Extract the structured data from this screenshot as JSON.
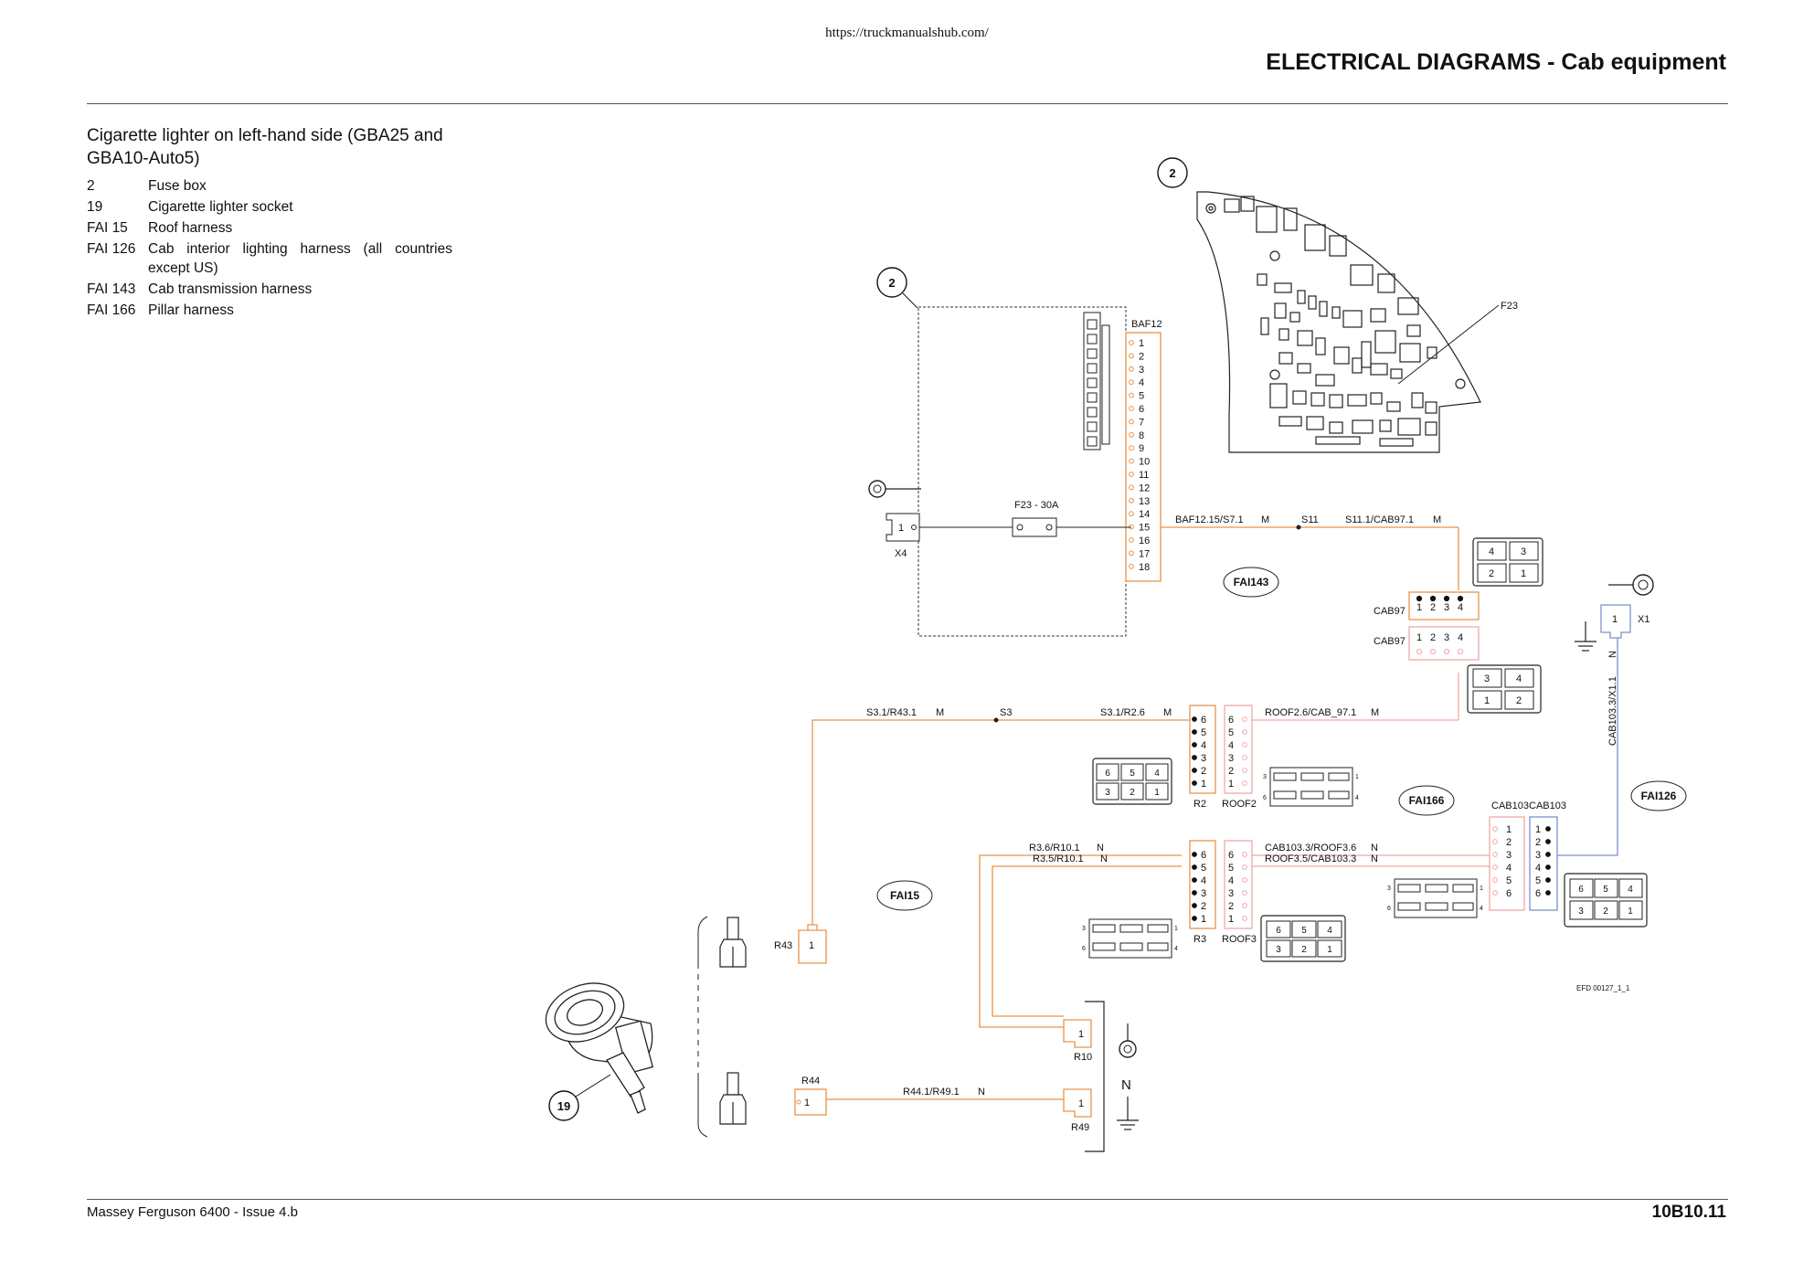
{
  "header": {
    "url": "https://truckmanualshub.com/",
    "title": "ELECTRICAL DIAGRAMS - Cab equipment"
  },
  "section": {
    "title": "Cigarette lighter on left-hand side (GBA25 and GBA10-Auto5)"
  },
  "legend": [
    {
      "code": "2",
      "desc": "Fuse box"
    },
    {
      "code": "19",
      "desc": "Cigarette lighter socket"
    },
    {
      "code": "FAI 15",
      "desc": "Roof harness"
    },
    {
      "code": "FAI 126",
      "desc": "Cab interior lighting harness (all countries except US)"
    },
    {
      "code": "FAI 143",
      "desc": "Cab transmission harness"
    },
    {
      "code": "FAI 166",
      "desc": "Pillar harness"
    }
  ],
  "diagram": {
    "callouts": {
      "fuse_box": "2",
      "lighter": "19"
    },
    "harness_tags": {
      "fai143": "FAI143",
      "fai166": "FAI166",
      "fai15": "FAI15",
      "fai126": "FAI126"
    },
    "connectors": {
      "baf12": "BAF12",
      "x4": "X4",
      "x1": "X1",
      "cab97_top": "CAB97",
      "cab97_bottom": "CAB97",
      "r2": "R2",
      "roof2": "ROOF2",
      "r3": "R3",
      "roof3": "ROOF3",
      "cab103_left": "CAB103",
      "cab103_right": "CAB103",
      "r43": "R43",
      "r44": "R44",
      "r10": "R10",
      "r49": "R49"
    },
    "fuse": {
      "label": "F23 - 30A",
      "board_label": "F23"
    },
    "baf12_pins": [
      "1",
      "2",
      "3",
      "4",
      "5",
      "6",
      "7",
      "8",
      "9",
      "10",
      "11",
      "12",
      "13",
      "14",
      "15",
      "16",
      "17",
      "18"
    ],
    "pins_1234": [
      "1",
      "2",
      "3",
      "4"
    ],
    "pins_6to1": [
      "6",
      "5",
      "4",
      "3",
      "2",
      "1"
    ],
    "pins_1to6": [
      "1",
      "2",
      "3",
      "4",
      "5",
      "6"
    ],
    "pin_one": "1",
    "grid_4321": [
      "4",
      "3",
      "2",
      "1"
    ],
    "grid_3412": [
      "3",
      "4",
      "1",
      "2"
    ],
    "grid_654321": [
      "6",
      "5",
      "4",
      "3",
      "2",
      "1"
    ],
    "small_marks": [
      "1",
      "3",
      "4",
      "6"
    ],
    "splices": {
      "s11": "S11",
      "s3": "S3"
    },
    "wires": {
      "w_baf12": "BAF12.15/S7.1",
      "w_s11_cab97": "S11.1/CAB97.1",
      "w_s3_r43": "S3.1/R43.1",
      "w_s3_r2": "S3.1/R2.6",
      "w_roof2_cab97": "ROOF2.6/CAB_97.1",
      "w_r3_r10": "R3.6/R10.1",
      "w_r3_r10b": "R3.5/R10.1",
      "w_cab103_roof3": "CAB103.3/ROOF3.6",
      "w_roof3_cab103": "ROOF3.5/CAB103.3",
      "w_r44_r49": "R44.1/R49.1",
      "w_cab103_x1": "CAB103.3/X1.1"
    },
    "wire_color_codes": {
      "m": "M",
      "n": "N"
    },
    "ground_label": "N",
    "ref_code": "EFD 00127_1_1"
  },
  "colors": {
    "orange_wire": "#E8934A",
    "pink_wire": "#F2A7A7",
    "blue_wire": "#7E8FC9",
    "outline": "#222222"
  },
  "footer": {
    "left": "Massey Ferguson 6400 - Issue 4.b",
    "page": "10B10.11"
  }
}
